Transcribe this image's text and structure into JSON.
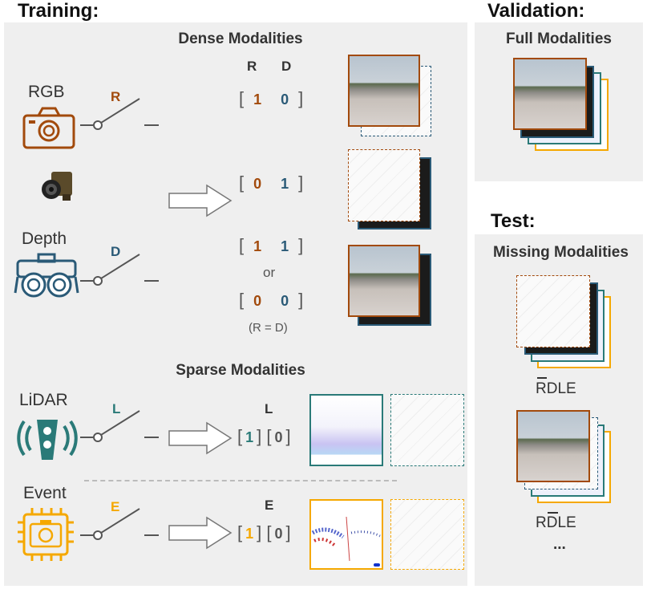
{
  "headings": {
    "training": "Training:",
    "validation": "Validation:",
    "test": "Test:"
  },
  "training": {
    "dense_title": "Dense Modalities",
    "sparse_title": "Sparse Modalities",
    "col_r": "R",
    "col_d": "D",
    "col_l": "L",
    "col_e": "E",
    "modalities": {
      "rgb": "RGB",
      "depth": "Depth",
      "lidar": "LiDAR",
      "event": "Event"
    },
    "switch_letters": {
      "rgb": "R",
      "depth": "D",
      "lidar": "L",
      "event": "E"
    },
    "vectors": {
      "v1": [
        "1",
        "0"
      ],
      "v2": [
        "0",
        "1"
      ],
      "v3": [
        "1",
        "1"
      ],
      "or": "or",
      "v4": [
        "0",
        "0"
      ],
      "note": "(R = D)",
      "lidar": [
        "1",
        "0"
      ],
      "event": [
        "1",
        "0"
      ]
    }
  },
  "validation": {
    "title": "Full Modalities"
  },
  "test": {
    "title": "Missing Modalities",
    "label1": "RDLE",
    "label2": "RDLE",
    "ellipsis": "..."
  },
  "colors": {
    "rgb": "#a24a0c",
    "depth": "#2a5a77",
    "lidar": "#2a7a78",
    "event": "#f5a800",
    "panel": "#efefef"
  }
}
